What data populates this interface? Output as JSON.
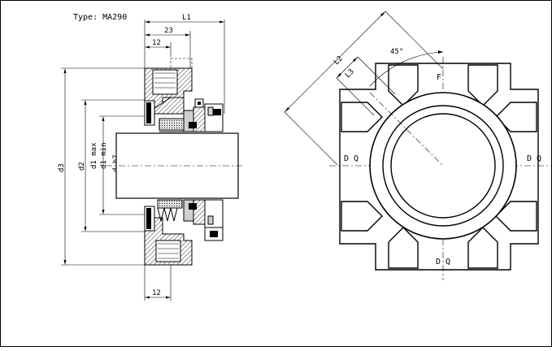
{
  "drawing": {
    "type_label": "Type: MA290",
    "dimensions": {
      "l1": "L1",
      "d23": "23",
      "d12_top": "12",
      "d12_bottom": "12",
      "d3": "d3",
      "d2": "d2",
      "d1_max": "d1 max",
      "d1_min": "d1 min",
      "d_h7": "d h7",
      "l2": "L2",
      "l3": "L3",
      "angle": "45°"
    },
    "front_view_labels": {
      "top": "F",
      "left": "D Q",
      "right": "D Q",
      "bottom": "D Q"
    }
  }
}
